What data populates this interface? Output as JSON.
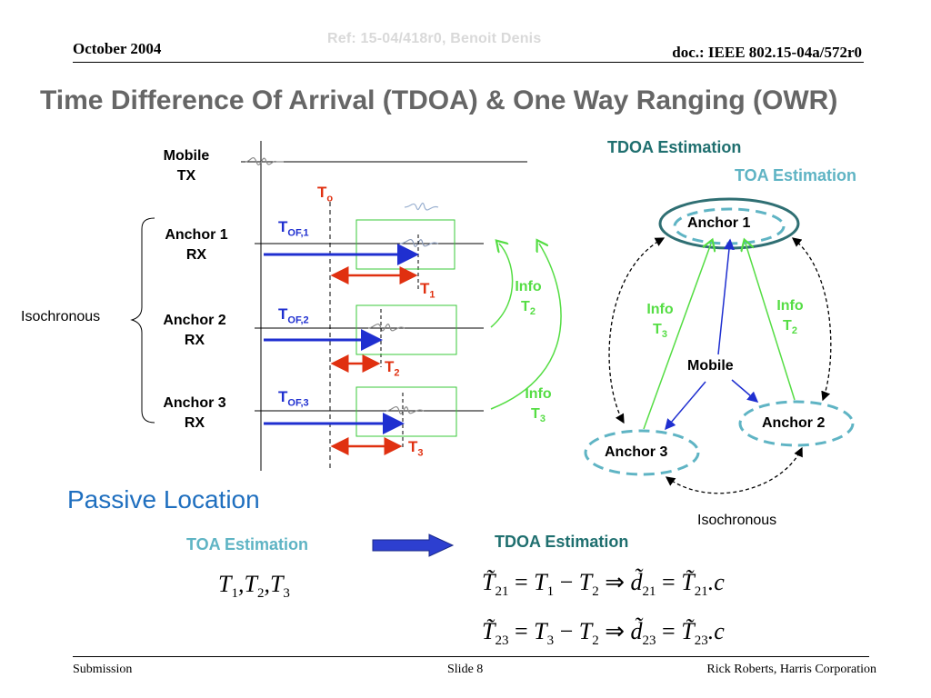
{
  "header": {
    "date": "October 2004",
    "doc": "doc.: IEEE 802.15-04a/572r0",
    "ref": "Ref: 15-04/418r0, Benoit Denis"
  },
  "title": "Time Difference Of Arrival (TDOA) & One Way Ranging (OWR)",
  "timing": {
    "mobile_tx": [
      "Mobile",
      "TX"
    ],
    "anchors": [
      {
        "label": [
          "Anchor 1",
          "RX"
        ],
        "tof": "OF,1",
        "t": "1"
      },
      {
        "label": [
          "Anchor 2",
          "RX"
        ],
        "tof": "OF,2",
        "t": "2"
      },
      {
        "label": [
          "Anchor 3",
          "RX"
        ],
        "tof": "OF,3",
        "t": "3"
      }
    ],
    "t0_sub": "o",
    "isochronous": "Isochronous",
    "info_t2": [
      "Info",
      "T",
      "2"
    ],
    "info_t3": [
      "Info",
      "T",
      "3"
    ]
  },
  "network": {
    "tdoa_label": "TDOA Estimation",
    "toa_label": "TOA Estimation",
    "anchor1": "Anchor 1",
    "anchor2": "Anchor 2",
    "anchor3": "Anchor 3",
    "mobile": "Mobile",
    "info_t3": [
      "Info",
      "T",
      "3"
    ],
    "info_t2": [
      "Info",
      "T",
      "2"
    ],
    "isochronous": "Isochronous"
  },
  "passive": {
    "title": "Passive Location",
    "toa_label": "TOA Estimation",
    "tdoa_label": "TDOA Estimation"
  },
  "footer": {
    "left": "Submission",
    "center": "Slide 8",
    "right": "Rick Roberts, Harris Corporation"
  },
  "colors": {
    "blue_arrow": "#1f2fd0",
    "red_arrow": "#e03010",
    "green": "#55dd44",
    "teal_dark": "#2f6f73",
    "teal_light": "#5fb4c4"
  }
}
